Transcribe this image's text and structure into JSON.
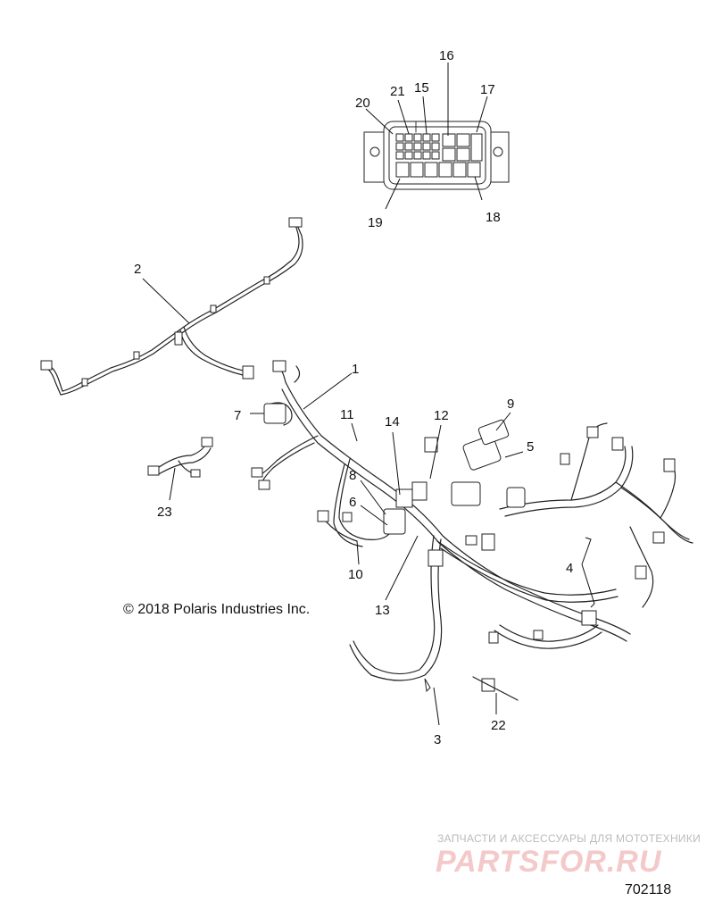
{
  "copyright": "© 2018 Polaris Industries Inc.",
  "figure_number": "702118",
  "watermark": {
    "tagline": "ЗАПЧАСТИ И АКСЕССУАРЫ ДЛЯ МОТОТЕХНИКИ",
    "brand": "PARTSFOR.RU"
  },
  "callouts": {
    "c1": "1",
    "c2": "2",
    "c3": "3",
    "c4": "4",
    "c5": "5",
    "c6": "6",
    "c7": "7",
    "c8": "8",
    "c9": "9",
    "c10": "10",
    "c11": "11",
    "c12": "12",
    "c13": "13",
    "c14": "14",
    "c15": "15",
    "c16": "16",
    "c17": "17",
    "c18": "18",
    "c19": "19",
    "c20": "20",
    "c21": "21",
    "c22": "22",
    "c23": "23"
  }
}
